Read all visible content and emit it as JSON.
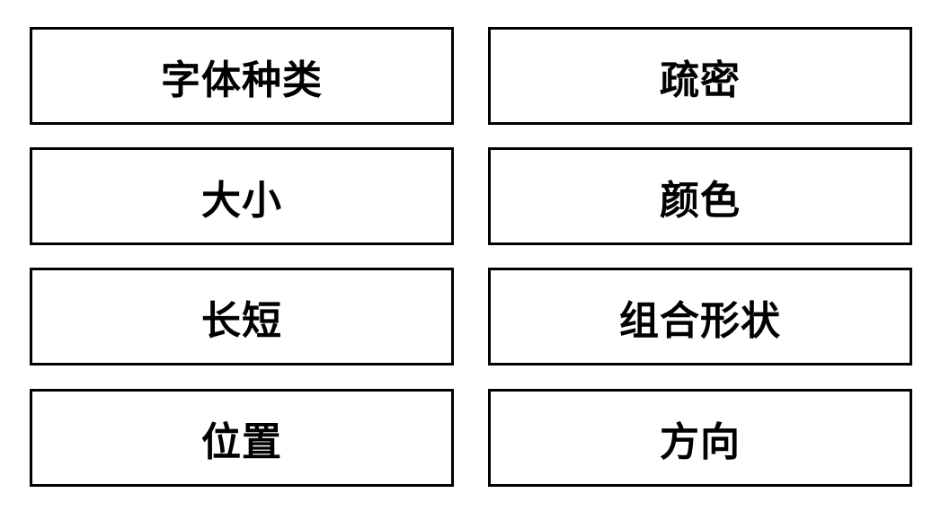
{
  "boxes": [
    {
      "label": "字体种类"
    },
    {
      "label": "疏密"
    },
    {
      "label": "大小"
    },
    {
      "label": "颜色"
    },
    {
      "label": "长短"
    },
    {
      "label": "组合形状"
    },
    {
      "label": "位置"
    },
    {
      "label": "方向"
    }
  ]
}
